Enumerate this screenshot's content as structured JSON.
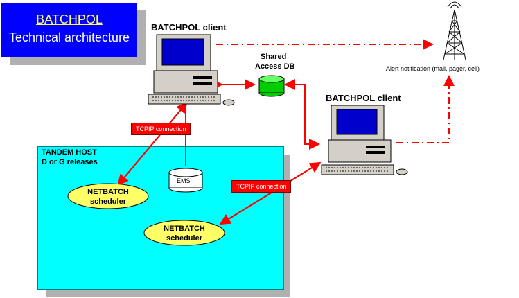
{
  "title": {
    "main": "BATCHPOL",
    "sub": "Technical architecture"
  },
  "clients": [
    {
      "label": "BATCHPOL client"
    },
    {
      "label": "BATCHPOL client"
    }
  ],
  "shared_db": {
    "line1": "Shared",
    "line2": "Access DB"
  },
  "alert": {
    "label": "Alert notification (mail, pager, cell)"
  },
  "host": {
    "line1": "TANDEM HOST",
    "line2": "D or G releases"
  },
  "ems": {
    "label": "EMS"
  },
  "connections": [
    {
      "label": "TCPIP connection"
    },
    {
      "label": "TCPIP connection"
    }
  ],
  "schedulers": [
    {
      "line1": "NETBATCH",
      "line2": "scheduler"
    },
    {
      "line1": "NETBATCH",
      "line2": "scheduler"
    }
  ],
  "colors": {
    "title_bg": "#0000ff",
    "host_bg": "#00ffff",
    "connector": "#ff0000",
    "scheduler": "#ffff66",
    "db": "#00cc00"
  }
}
